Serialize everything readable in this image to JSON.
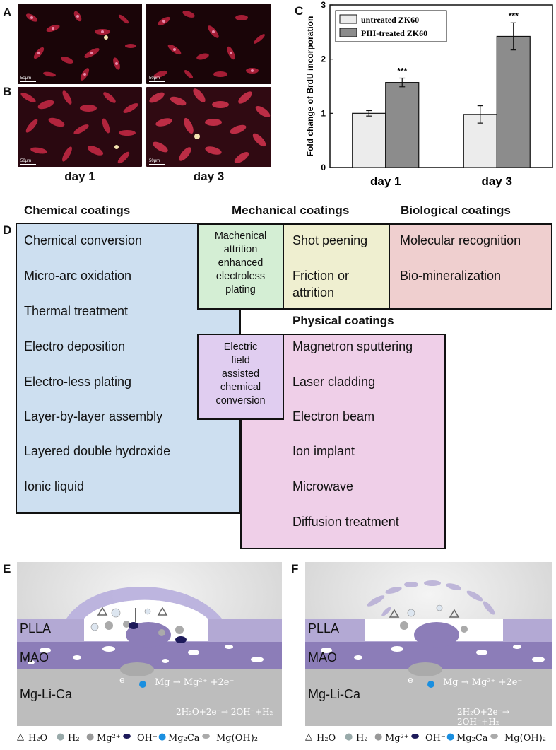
{
  "panels": {
    "a_label": "A",
    "b_label": "B",
    "c_label": "C",
    "d_label": "D",
    "e_label": "E",
    "f_label": "F",
    "scale_bar": "50μm",
    "days": [
      "day 1",
      "day 3"
    ]
  },
  "chart_data": {
    "type": "bar",
    "categories": [
      "day 1",
      "day 3"
    ],
    "series": [
      {
        "name": "untreated ZK60",
        "values": [
          1.0,
          0.98
        ],
        "errors": [
          0.05,
          0.16
        ],
        "color": "#ececec"
      },
      {
        "name": "PIII-treated ZK60",
        "values": [
          1.57,
          2.42
        ],
        "errors": [
          0.08,
          0.25
        ],
        "color": "#8c8c8c"
      }
    ],
    "significance": [
      "***",
      "***"
    ],
    "ylabel": "Fold change of BrdU incorporation",
    "ylim": [
      0,
      3
    ],
    "yticks": [
      "0",
      "1",
      "2",
      "3"
    ],
    "legend_position": "top-left"
  },
  "coatings": {
    "chemical_header": "Chemical  coatings",
    "mechanical_header": "Mechanical coatings",
    "biological_header": "Biological coatings",
    "physical_header": "Physical coatings",
    "chemical_items": [
      "Chemical conversion",
      "Micro-arc oxidation",
      "Thermal treatment",
      "Electro deposition",
      "Electro-less plating",
      "Layer-by-layer assembly",
      "Layered double hydroxide",
      "Ionic liquid"
    ],
    "mech_chem_overlap": [
      "Machenical",
      "attrition",
      "enhanced",
      "electroless",
      "plating"
    ],
    "mechanical_items": [
      "Shot peening",
      "Friction or",
      "attrition"
    ],
    "biological_items": [
      "Molecular recognition",
      "Bio-mineralization"
    ],
    "phys_chem_overlap": [
      "Electric",
      "field",
      "assisted",
      "chemical",
      "conversion"
    ],
    "physical_items": [
      "Magnetron sputtering",
      "Laser cladding",
      "Electron beam",
      "Ion implant",
      "Microwave",
      "Diffusion treatment"
    ],
    "colors": {
      "chemical": "#cddff0",
      "mechanical": "#efefd0",
      "biological": "#efcfcf",
      "physical": "#efcfe8",
      "mech_chem": "#d4eed4",
      "phys_chem": "#e0cdf0"
    }
  },
  "schematics": {
    "layer_plla": "PLLA",
    "layer_mao": "MAO",
    "layer_base": "Mg-Li-Ca",
    "electron": "e",
    "reaction1": "Mg → Mg²⁺ +2e⁻",
    "reaction2": "2H₂O+2e⁻→ 2OH⁻+H₂",
    "legend": {
      "h2o": "H₂O",
      "h2": "H₂",
      "mg": "Mg²⁺",
      "oh": "OH⁻",
      "mg2ca": "Mg₂Ca",
      "mgoh2": "Mg(OH)₂"
    }
  }
}
